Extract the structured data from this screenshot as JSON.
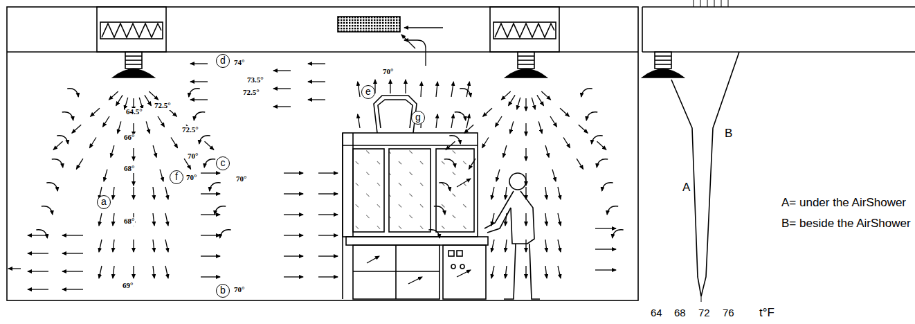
{
  "diagram": {
    "nodes": [
      {
        "text": [
          "d"
        ]
      },
      {
        "text": [
          "e"
        ]
      },
      {
        "text": [
          "g"
        ]
      },
      {
        "text": [
          "c"
        ]
      },
      {
        "text": [
          "f"
        ]
      },
      {
        "text": [
          "a"
        ]
      },
      {
        "text": [
          "b"
        ]
      }
    ],
    "labels": [
      "74°",
      "73.5°",
      "72.5°",
      "64.5°",
      "72.5°",
      "72.5°",
      "66°",
      "70°",
      "70°",
      "70°",
      "68°",
      "68°",
      "69°",
      "70°",
      "70°",
      "A",
      "B",
      "A= under the AirShower",
      "B= beside the AirShower",
      "64",
      "68",
      "72",
      "76",
      "t°F"
    ]
  }
}
